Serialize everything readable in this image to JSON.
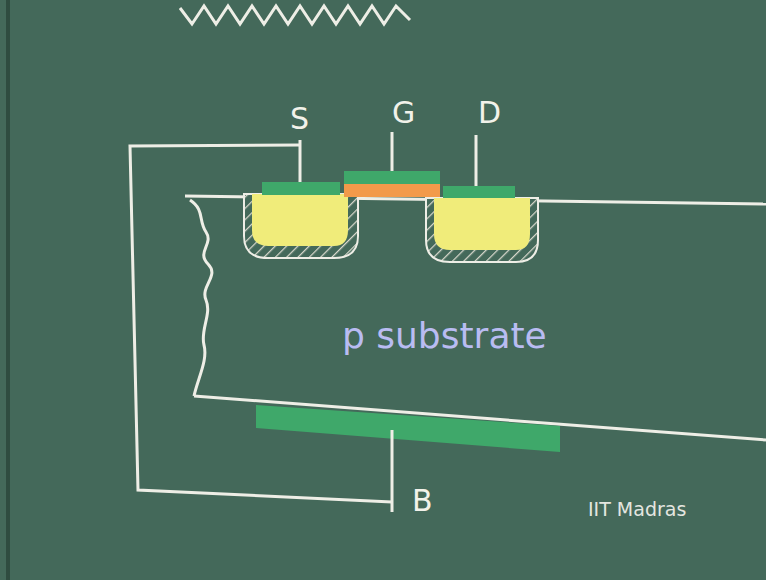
{
  "diagram": {
    "nodes": [
      {
        "text": [
          "p substrate"
        ]
      }
    ],
    "labels": [
      "S",
      "G",
      "D",
      "B",
      "IIT Madras"
    ]
  }
}
